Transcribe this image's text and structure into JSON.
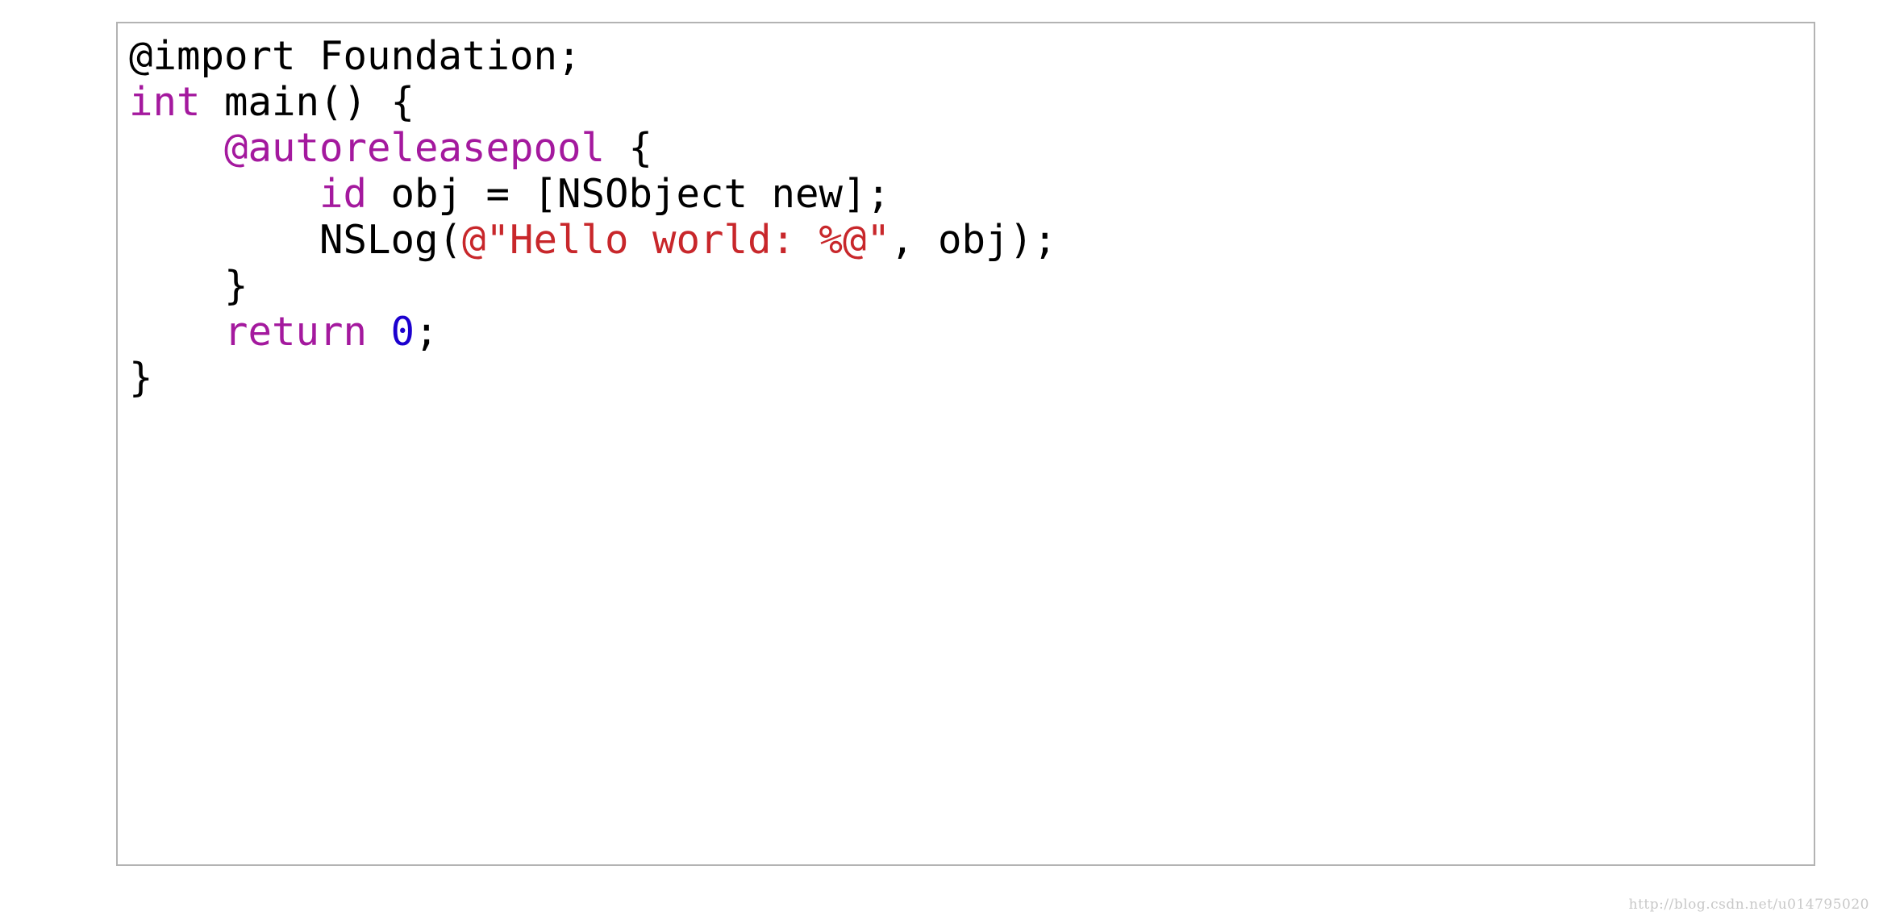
{
  "colors": {
    "keyword": "#a4199e",
    "string": "#c8272b",
    "number": "#1c00cf",
    "plain": "#000000",
    "border": "#b3b3b3",
    "watermark": "#c8c8c8"
  },
  "code_lines": [
    [
      {
        "text": "@import Foundation;",
        "kind": "plain"
      }
    ],
    [
      {
        "text": "int",
        "kind": "kw"
      },
      {
        "text": " main() {",
        "kind": "plain"
      }
    ],
    [
      {
        "text": "    ",
        "kind": "plain"
      },
      {
        "text": "@autoreleasepool",
        "kind": "kw"
      },
      {
        "text": " {",
        "kind": "plain"
      }
    ],
    [
      {
        "text": "        ",
        "kind": "plain"
      },
      {
        "text": "id",
        "kind": "kw"
      },
      {
        "text": " obj = [NSObject new];",
        "kind": "plain"
      }
    ],
    [
      {
        "text": "        NSLog(",
        "kind": "plain"
      },
      {
        "text": "@\"Hello world: %@\"",
        "kind": "str"
      },
      {
        "text": ", obj);",
        "kind": "plain"
      }
    ],
    [
      {
        "text": "    }",
        "kind": "plain"
      }
    ],
    [
      {
        "text": "    ",
        "kind": "plain"
      },
      {
        "text": "return",
        "kind": "kw"
      },
      {
        "text": " ",
        "kind": "plain"
      },
      {
        "text": "0",
        "kind": "num"
      },
      {
        "text": ";",
        "kind": "plain"
      }
    ],
    [
      {
        "text": "}",
        "kind": "plain"
      }
    ]
  ],
  "watermark": "http://blog.csdn.net/u014795020"
}
